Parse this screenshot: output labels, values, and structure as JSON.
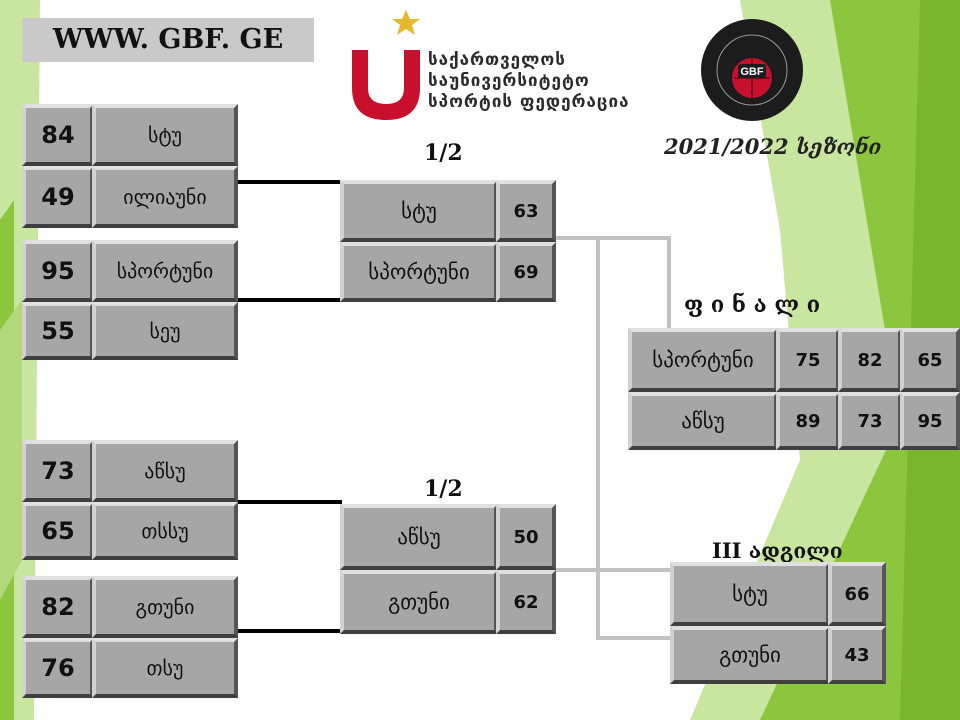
{
  "header": {
    "website": "WWW. GBF. GE",
    "federation_line1": "საქართველოს",
    "federation_line2": "საუნივერსიტეტო",
    "federation_line3": "სპორტის ფედერაცია",
    "season": "2021/2022 სეზონი"
  },
  "colors": {
    "bg_green_light": "#c9e6a0",
    "bg_green": "#8cc63f",
    "logo_red": "#c8102e",
    "cell_gray": "#a6a6a6"
  },
  "round1": [
    {
      "score1": "84",
      "team1": "სტუ",
      "score2": "49",
      "team2": "ილიაუნი"
    },
    {
      "score1": "95",
      "team1": "სპორტუნი",
      "score2": "55",
      "team2": "სეუ"
    },
    {
      "score1": "73",
      "team1": "აწსუ",
      "score2": "65",
      "team2": "თსსუ"
    },
    {
      "score1": "82",
      "team1": "გთუნი",
      "score2": "76",
      "team2": "თსუ"
    }
  ],
  "semifinals": [
    {
      "label": "1/2",
      "team1": "სტუ",
      "score1": "63",
      "team2": "სპორტუნი",
      "score2": "69"
    },
    {
      "label": "1/2",
      "team1": "აწსუ",
      "score1": "50",
      "team2": "გთუნი",
      "score2": "62"
    }
  ],
  "final": {
    "label": "ფ ი ნ ა ლ ი",
    "team1": "სპორტუნი",
    "t1_g1": "75",
    "t1_g2": "82",
    "t1_g3": "65",
    "team2": "აწსუ",
    "t2_g1": "89",
    "t2_g2": "73",
    "t2_g3": "95"
  },
  "third_place": {
    "label": "III ადგილი",
    "team1": "სტუ",
    "score1": "66",
    "team2": "გთუნი",
    "score2": "43"
  }
}
